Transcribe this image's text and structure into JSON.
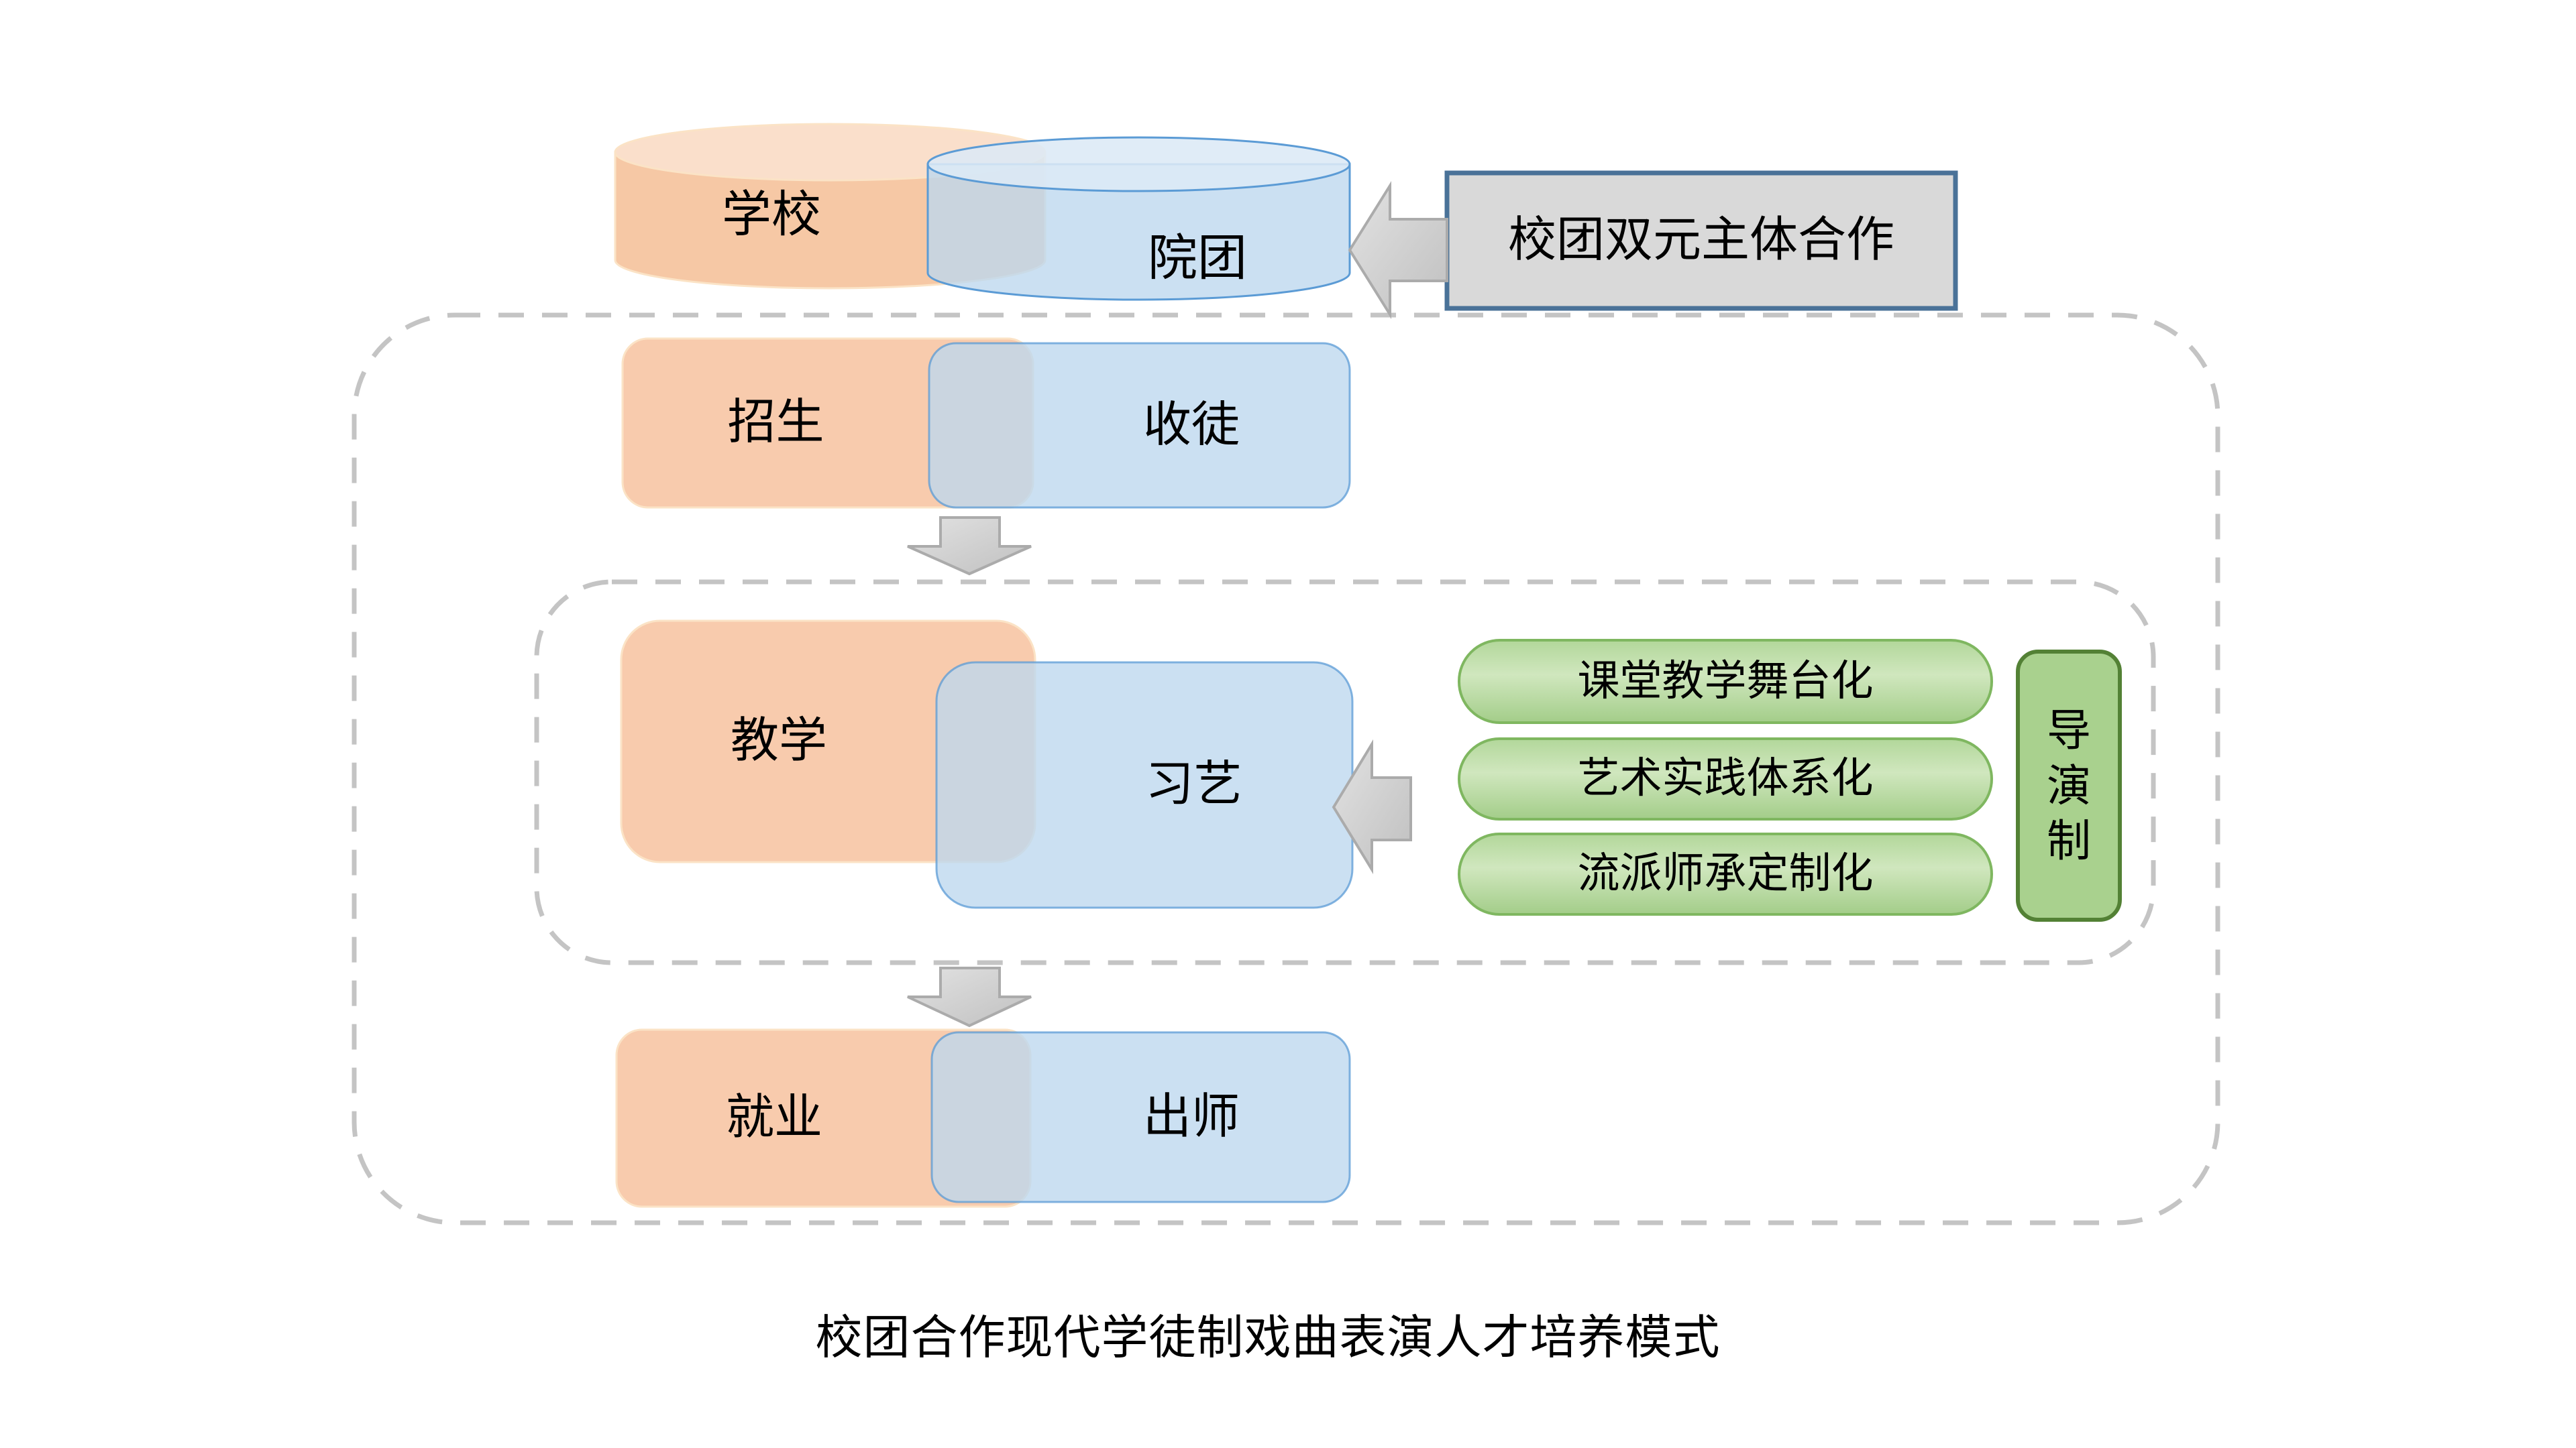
{
  "diagram": {
    "entities": {
      "school": "学校",
      "troupe": "院团"
    },
    "cooperation_label": "校团双元主体合作",
    "stages": [
      {
        "school_side": "招生",
        "troupe_side": "收徒"
      },
      {
        "school_side": "教学",
        "troupe_side": "习艺"
      },
      {
        "school_side": "就业",
        "troupe_side": "出师"
      }
    ],
    "teaching_methods": [
      "课堂教学舞台化",
      "艺术实践体系化",
      "流派师承定制化"
    ],
    "director_label": "导演制",
    "caption": "校团合作现代学徒制戏曲表演人才培养模式"
  },
  "colors": {
    "orange_fill": "#F8CBAD",
    "orange_top": "#FADFCB",
    "orange_edge": "#FBE3C6",
    "blue_fill": "#BDD7EE",
    "blue_border": "#5B9BD5",
    "green_fill": "#A9D18E",
    "green_border": "#538135",
    "pill_border": "#7FB760",
    "gray_box_fill": "#D9D9D9",
    "gray_box_border": "#4A7298",
    "dash_gray": "#C4C4C4",
    "arrow_gray": "#D6D6D6"
  }
}
